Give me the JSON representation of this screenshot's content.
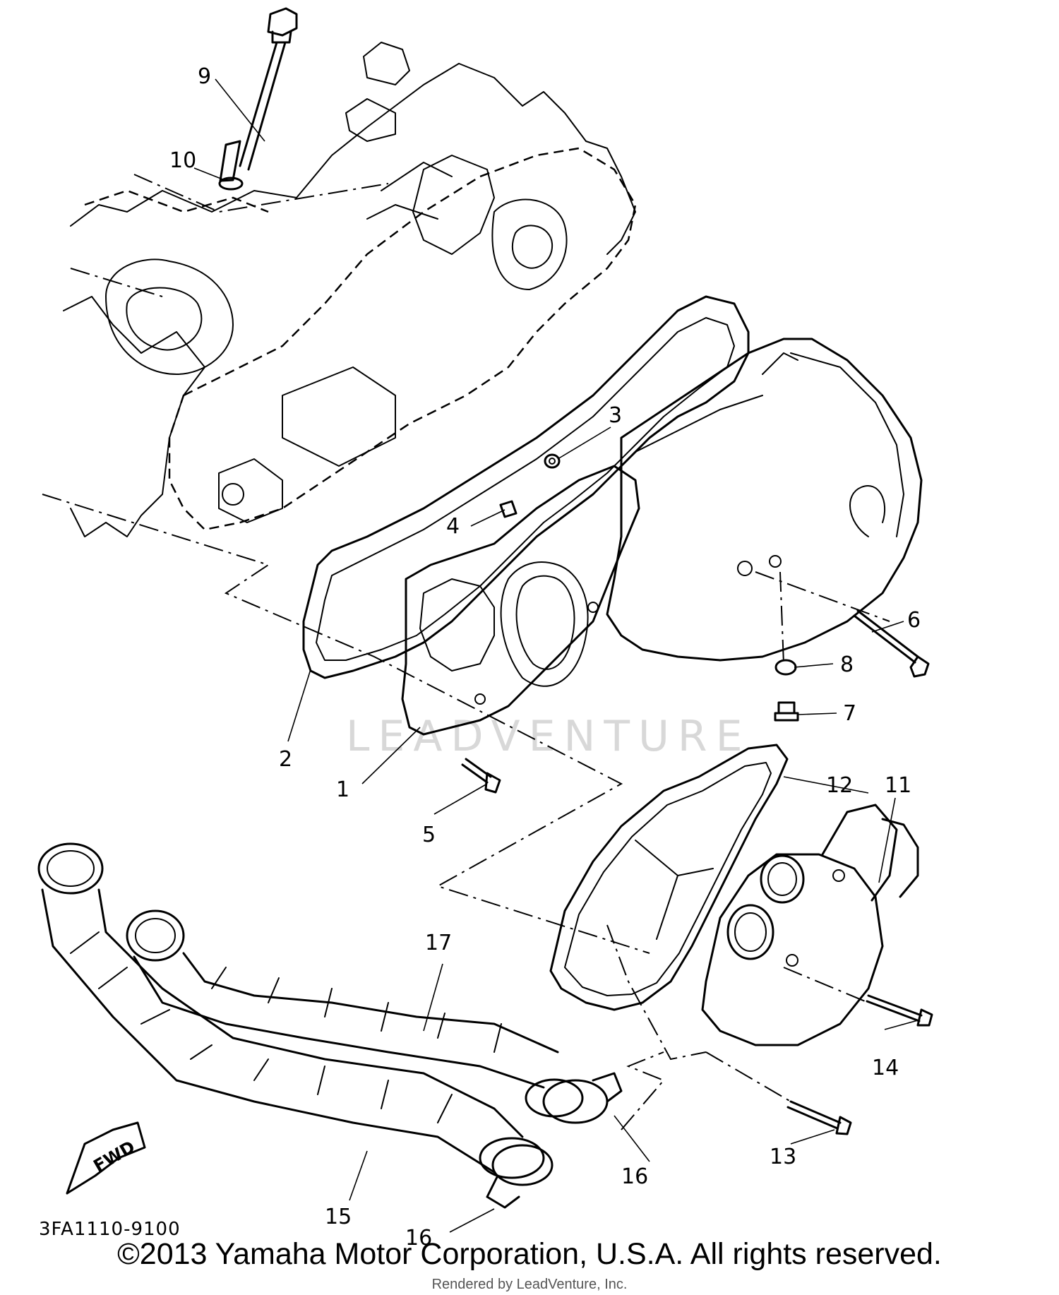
{
  "callouts": [
    "1",
    "2",
    "3",
    "4",
    "5",
    "6",
    "7",
    "8",
    "9",
    "10",
    "11",
    "12",
    "13",
    "14",
    "15",
    "16",
    "16",
    "17"
  ],
  "fwd_label": "FWD",
  "watermark": "LEADVENTURE",
  "part_code": "3FA1110-9100",
  "copyright": "©2013 Yamaha Motor Corporation, U.S.A. All rights reserved.",
  "rendered_by": "Rendered by LeadVenture, Inc."
}
